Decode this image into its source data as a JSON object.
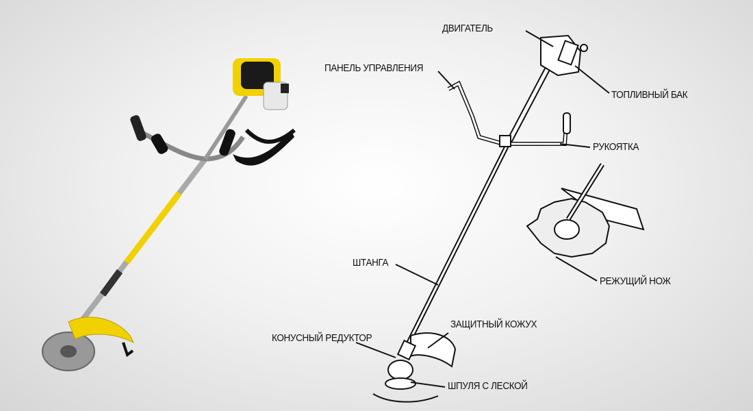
{
  "labels": {
    "engine": "ДВИГАТЕЛЬ",
    "control_panel": "ПАНЕЛЬ УПРАВЛЕНИЯ",
    "fuel_tank": "ТОПЛИВНЫЙ БАК",
    "handle": "РУКОЯТКА",
    "shaft": "ШТАНГА",
    "cutting_blade": "РЕЖУЩИЙ НОЖ",
    "guard": "ЗАЩИТНЫЙ КОЖУХ",
    "gearbox": "КОНУСНЫЙ РЕДУКТОР",
    "spool": "ШПУЛЯ С ЛЕСКОЙ"
  },
  "colors": {
    "accent_yellow": "#f2d100",
    "ink": "#111111"
  }
}
